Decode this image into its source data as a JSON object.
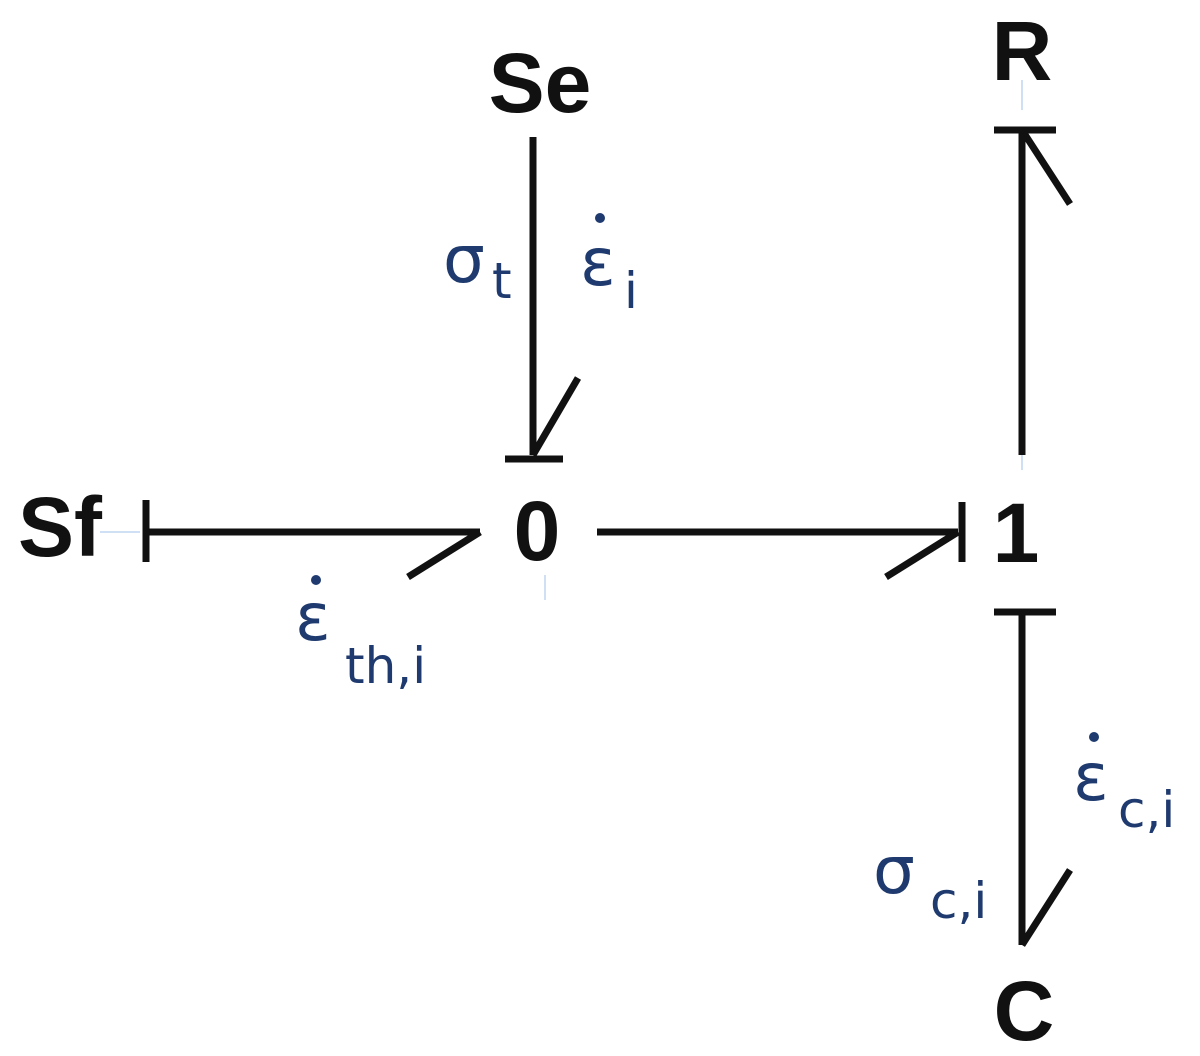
{
  "nodes": {
    "se": "Se",
    "sf": "Sf",
    "zero": "0",
    "one": "1",
    "r": "R",
    "c": "C"
  },
  "labels": {
    "sigma_t": {
      "base": "σ",
      "sub": "t"
    },
    "eps_i": {
      "base": "ε",
      "sub": "i"
    },
    "eps_th_i": {
      "base": "ε",
      "sub": "th,i"
    },
    "eps_c_i": {
      "base": "ε",
      "sub": "c,i"
    },
    "sigma_c_i": {
      "base": "σ",
      "sub": "c,i"
    }
  },
  "colors": {
    "ink": "#111111",
    "variable": "#1f3a6e",
    "guide": "#cfe0f5"
  }
}
